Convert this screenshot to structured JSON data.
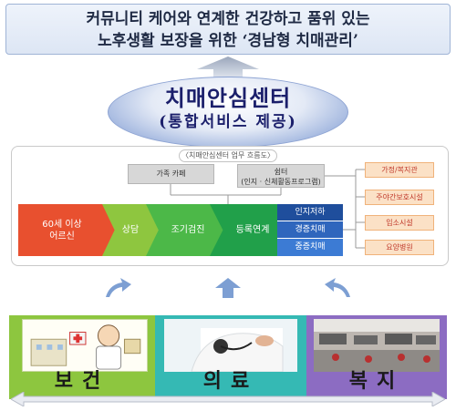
{
  "headline": {
    "line1": "커뮤니티 케어와 연계한 건강하고 품위 있는",
    "line2": "노후생활 보장을 위한 ‘경남형 치매관리’"
  },
  "center": {
    "title": "치매안심센터",
    "subtitle": "(통합서비스 제공)"
  },
  "flow": {
    "caption": "〈치매안심센터 업무 흐름도〉",
    "top_boxes": {
      "family_cafe": "가족 카페",
      "shelter_title": "쉼터",
      "shelter_sub": "(인지 · 신체활동프로그램)"
    },
    "steps": [
      "60세 이상\n어르신",
      "상담",
      "조기검진",
      "등록연계"
    ],
    "stages": [
      "인지저하",
      "경증치매",
      "중증치매"
    ],
    "facilities": [
      "가정/복지관",
      "주야간보호시설",
      "입소시설",
      "요양병원"
    ]
  },
  "panels": [
    {
      "label": "보건"
    },
    {
      "label": "의료"
    },
    {
      "label": "복지"
    }
  ],
  "colors": {
    "step1": "#e8502f",
    "step2": "#8ec63f",
    "step3": "#4cb848",
    "step4": "#21a04a",
    "stage_blue": "#1f4e9c",
    "panel_health": "#8dc63f",
    "panel_medical": "#35b9b4",
    "panel_welfare": "#8c6cc2"
  },
  "icons": [
    "up-arrow-icon",
    "double-arrow-icon"
  ]
}
